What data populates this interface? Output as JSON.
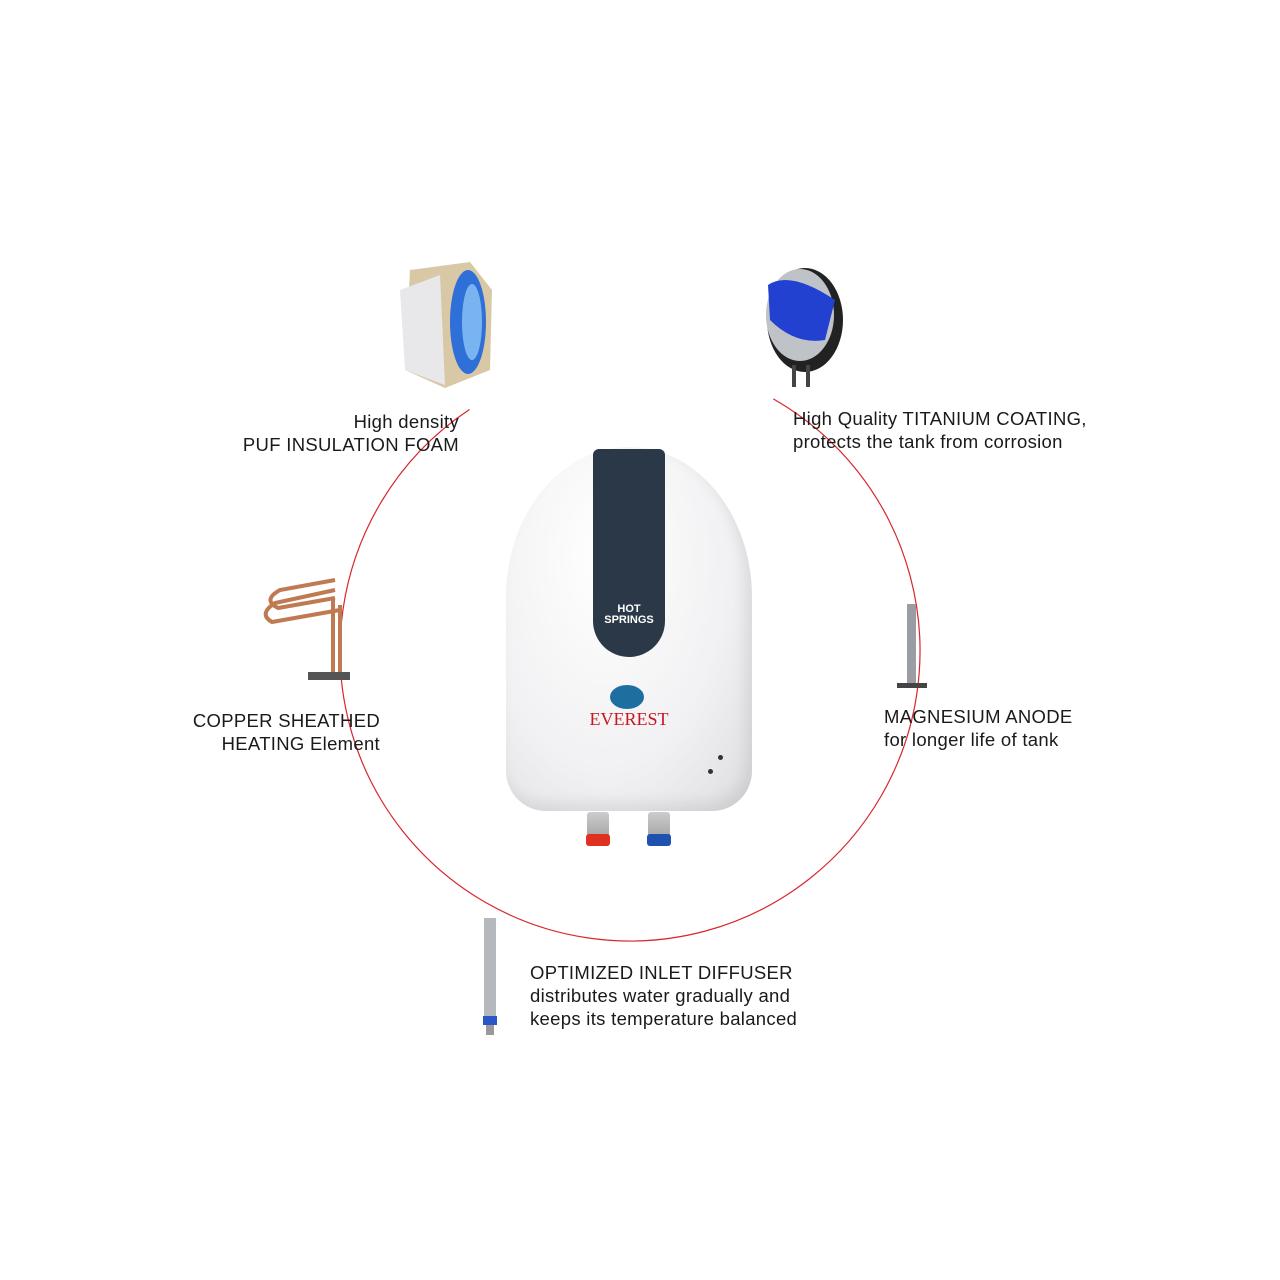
{
  "product": {
    "model_label_line1": "HOT",
    "model_label_line2": "SPRINGS",
    "brand": "EVEREST"
  },
  "features": [
    {
      "line1": "High density",
      "line2": "PUF INSULATION FOAM",
      "icon": "insulation-foam-icon"
    },
    {
      "line1": "High Quality TITANIUM COATING,",
      "line2": "protects the tank from corrosion",
      "icon": "titanium-tank-icon"
    },
    {
      "line1": "COPPER SHEATHED",
      "line2": "HEATING Element",
      "icon": "heating-element-icon"
    },
    {
      "line1": "MAGNESIUM ANODE",
      "line2": "for longer life of tank",
      "icon": "anode-rod-icon"
    },
    {
      "line1": "OPTIMIZED INLET DIFFUSER",
      "line2": "distributes water gradually and",
      "line3": "keeps its temperature balanced",
      "icon": "inlet-diffuser-icon"
    }
  ],
  "colors": {
    "ring": "#d9262c",
    "panel": "#2b3847",
    "brand": "#c8161d"
  }
}
